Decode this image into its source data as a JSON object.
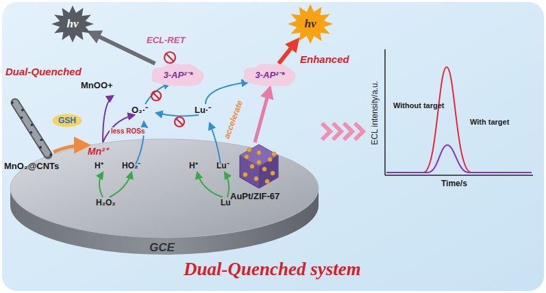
{
  "diagram": {
    "nodes": [
      {
        "text": [
          "hv"
        ]
      },
      {
        "text": [
          "3-AP²⁻*"
        ]
      },
      {
        "text": [
          "hv"
        ]
      },
      {
        "text": [
          "3-AP²⁻*"
        ]
      },
      {
        "text": [
          "GSH"
        ]
      }
    ],
    "edges": [
      {
        "from": 1,
        "to": 0,
        "arrow": "to"
      },
      {
        "from": 3,
        "to": 2,
        "arrow": "to"
      }
    ],
    "labels": [
      "ECL-RET",
      "Dual-Quenched",
      "Enhanced",
      "MnOO+",
      "O₂·⁻",
      "Lu·⁻",
      "less ROSs",
      "accelerate",
      "Mn²⁺",
      "H⁺",
      "HO₂⁻",
      "H⁺",
      "Lu⁻",
      "H₂O₂",
      "Lu",
      "MnO₂@CNTs",
      "AuPt/ZIF-67",
      "GCE",
      "ECL intensity/a.u.",
      "Without target",
      "With target",
      "Time/s",
      "Dual-Quenched system"
    ]
  }
}
